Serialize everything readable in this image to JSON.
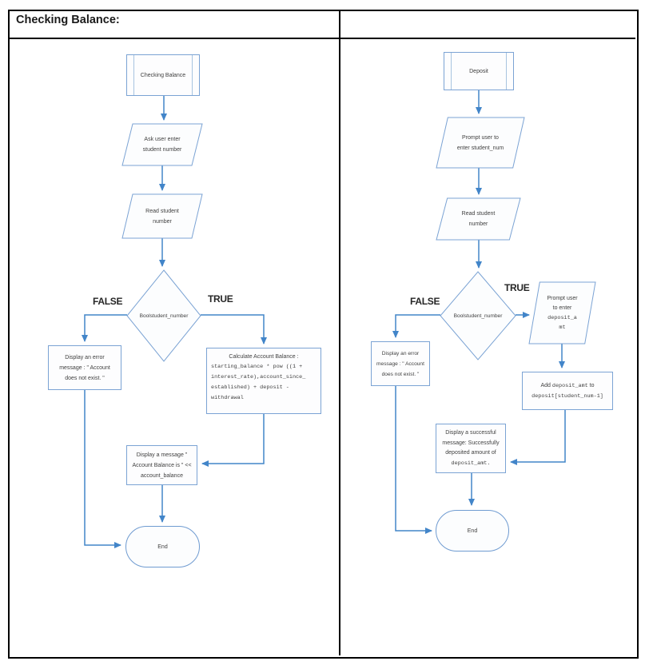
{
  "header": {
    "title": "Checking Balance:"
  },
  "colors": {
    "shape_border": "#7ba3d4",
    "arrow_blue": "#4285c9",
    "table_border": "#000000",
    "text": "#3f3f3f"
  },
  "left_chart": {
    "start": "Checking Balance",
    "io_ask": "Ask user enter\nstudent number",
    "io_read": "Read student\nnumber",
    "decision": "Boolstudent_number",
    "label_false": "FALSE",
    "label_true": "TRUE",
    "error_box": "Display an error\nmessage : \" Account\ndoes not exist. \"",
    "calc_title": "Calculate Account Balance :",
    "calc_code": "starting_balance * pow ((1 +\ninterest_rate),account_since_\nestablished) + deposit -\nwithdrawal",
    "message_box": "Display a message \"\nAccount Balance is \" <<\naccount_balance",
    "end": "End"
  },
  "right_chart": {
    "start": "Deposit",
    "io_prompt": "Prompt user to\nenter student_num",
    "io_read": "Read student\nnumber",
    "decision": "Boolstudent_number",
    "label_false": "FALSE",
    "label_true": "TRUE",
    "error_box": "Display an error\nmessage : \" Account\ndoes not exist. \"",
    "io_deposit_text": "Prompt user\nto enter",
    "io_deposit_code": "deposit_a\nmt",
    "add_line1_a": "Add ",
    "add_line1_code": "deposit_amt",
    "add_line1_b": " to",
    "add_line2_code": "deposit[student_num-1]",
    "success_text": "Display a successful\nmessage: Successfully\ndeposited amount of",
    "success_code": "deposit_amt.",
    "end": "End"
  }
}
